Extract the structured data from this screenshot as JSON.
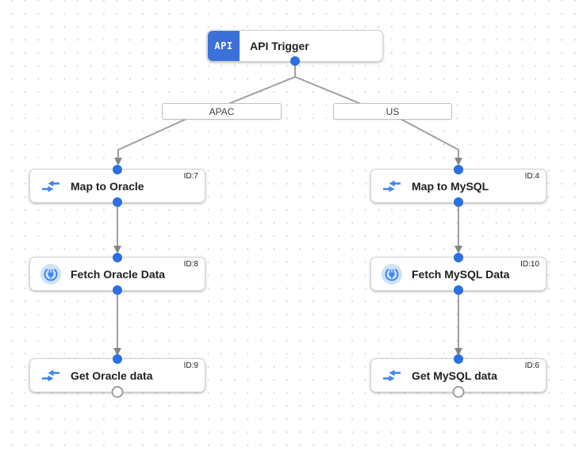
{
  "trigger": {
    "icon_text": "API",
    "label": "API Trigger"
  },
  "branches": [
    {
      "label": "APAC"
    },
    {
      "label": "US"
    }
  ],
  "nodes": [
    {
      "label": "Map to Oracle",
      "id_label": "ID:7",
      "icon": "data-mapping-icon"
    },
    {
      "label": "Fetch Oracle Data",
      "id_label": "ID:8",
      "icon": "connector-icon"
    },
    {
      "label": "Get Oracle data",
      "id_label": "ID:9",
      "icon": "data-mapping-icon"
    },
    {
      "label": "Map to MySQL",
      "id_label": "ID:4",
      "icon": "data-mapping-icon"
    },
    {
      "label": "Fetch MySQL Data",
      "id_label": "ID:10",
      "icon": "connector-icon"
    },
    {
      "label": "Get MySQL data",
      "id_label": "ID:6",
      "icon": "data-mapping-icon"
    }
  ],
  "colors": {
    "port_blue": "#2b6fe2",
    "trigger_badge_blue": "#3c70d9",
    "icon_blue": "#4285f4",
    "edge_gray": "#9aa0a6",
    "canvas_dot": "#dfe2e6"
  }
}
